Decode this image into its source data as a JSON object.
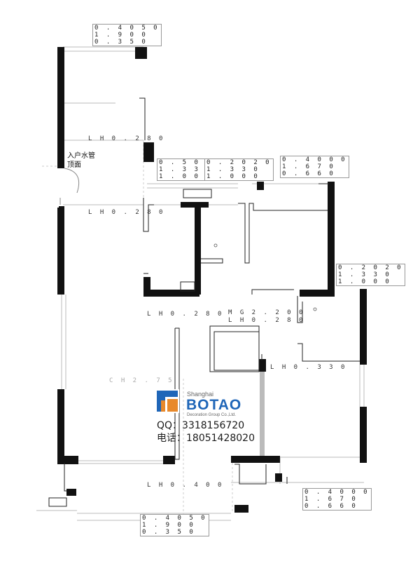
{
  "plan": {
    "level_labels": [
      {
        "id": "lh-top-corridor",
        "text": "L H   0 . 2 8 0"
      },
      {
        "id": "lh-mid-corridor",
        "text": "L H   0 . 2 8 0"
      },
      {
        "id": "lh-center",
        "text": "L H   0 . 2 8 0"
      },
      {
        "id": "mg-center",
        "text": "M G   2 . 2 0 0"
      },
      {
        "id": "lh-center-2",
        "text": "L H   0 . 2 8 0"
      },
      {
        "id": "lh-right",
        "text": "L H   0 . 3 3 0"
      },
      {
        "id": "ch-living",
        "text": "C H   2 . 7 5"
      },
      {
        "id": "lh-bottom",
        "text": "L H   0 . 4 0 0"
      }
    ],
    "window_specs": [
      {
        "id": "spec-top",
        "lines": [
          "0 . 4 0 5 0",
          "1 . 9 0 0",
          "0 . 3 5 0"
        ]
      },
      {
        "id": "spec-mid-left",
        "lines": [
          "0 . 5 0 0 0",
          "1 . 3 3 0",
          "1 . 0 0 0"
        ]
      },
      {
        "id": "spec-mid-center",
        "lines": [
          "0 . 2 0 2 0",
          "1 . 3 3 0",
          "1 . 0 0 0"
        ]
      },
      {
        "id": "spec-mid-right",
        "lines": [
          "0 . 4 0 0 0",
          "1 . 6 7 0",
          "0 . 6 6 0"
        ]
      },
      {
        "id": "spec-right",
        "lines": [
          "0 . 2 0 2 0",
          "1 . 3 3 0",
          "1 . 0 0 0"
        ]
      },
      {
        "id": "spec-bottom-right",
        "lines": [
          "0 . 4 0 0 0",
          "1 . 6 7 0",
          "0 . 6 6 0"
        ]
      },
      {
        "id": "spec-bottom",
        "lines": [
          "0 . 4 0 5 0",
          "1 . 9 0 0",
          "0 . 3 5 0"
        ]
      }
    ],
    "notes": {
      "inlet_pipe": "入户水管",
      "ceiling": "顶面"
    }
  },
  "branding": {
    "city": "Shanghai",
    "brand": "BOTAO",
    "subtitle": "Decoration Group Co.,Ltd.",
    "qq": "QQ：3318156720",
    "phone": "电话：18051428020",
    "colors": {
      "blue": "#1f66b8",
      "orange": "#e8892b"
    }
  }
}
